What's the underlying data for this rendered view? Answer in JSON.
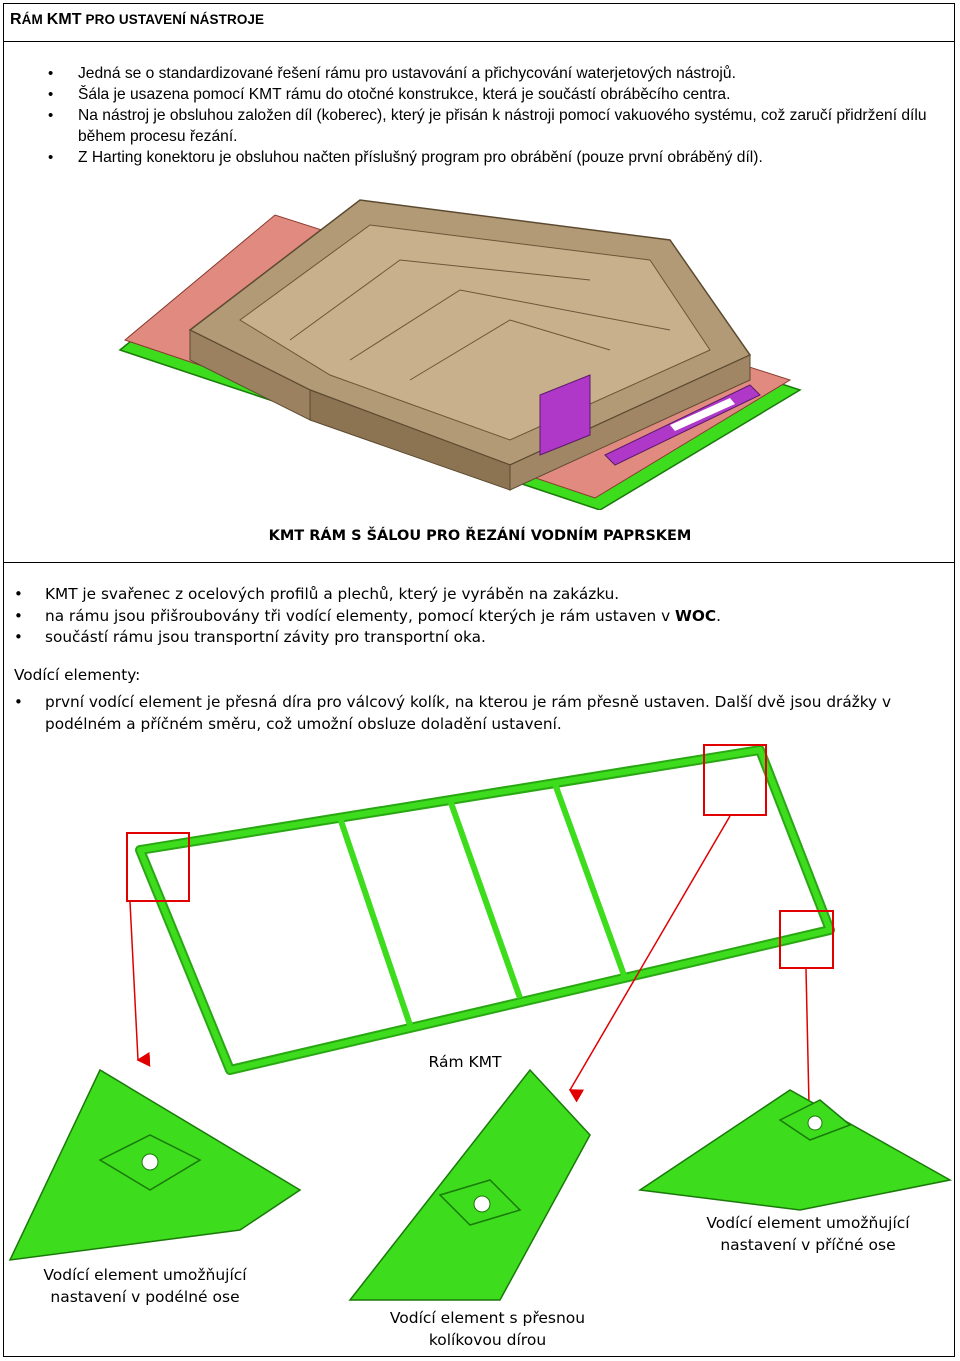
{
  "header": {
    "title_r": "R",
    "title_rest_small": "ÁM ",
    "title_kmt": "KMT",
    "title_tail": " PRO USTAVENÍ NÁSTROJE"
  },
  "intro_bullets": [
    "Jedná se o standardizované řešení rámu pro ustavování a přichycování waterjetových nástrojů.",
    "Šála je usazena pomocí KMT rámu do otočné konstrukce, která je součástí obráběcího centra.",
    "Na nástroj je obsluhou založen díl (koberec), který je přisán k nástroji pomocí vakuového systému, což zaručí přidržení dílu během procesu řezání.",
    "Z Harting konektoru je obsluhou načten příslušný program pro obrábění (pouze první obráběný díl)."
  ],
  "section": {
    "caption": "KMT RÁM S ŠÁLOU PRO ŘEZÁNÍ VODNÍM PAPRSKEM",
    "bullets": [
      {
        "text": "KMT je svařenec z ocelových profilů a plechů, který je vyráběn na zakázku.",
        "bold": ""
      },
      {
        "text": "na rámu jsou přišroubovány tři vodící elementy, pomocí kterých je rám ustaven v ",
        "bold": "WOC",
        "tail": "."
      },
      {
        "text": "součástí rámu jsou transportní závity pro transportní oka.",
        "bold": ""
      }
    ],
    "guides_label": "Vodící elementy:",
    "guides_bullet": "první vodící element je přesná díra pro válcový kolík, na kterou je rám přesně ustaven. Další dvě jsou drážky v podélném a příčném směru, což umožní obsluze doladění ustavení."
  },
  "figure": {
    "frame_label": "Rám KMT",
    "label_left": "Vodící element umožňující nastavení v podélné ose",
    "label_center": "Vodící element s přesnou kolíkovou dírou",
    "label_right": "Vodící element umožňující nastavení v příčné ose"
  },
  "colors": {
    "frame_green": "#3ddc1c",
    "mold_tan": "#b39a76",
    "plate_pink": "#e08a80",
    "connector_purple": "#b038c8",
    "highlight_red": "#e00000"
  }
}
